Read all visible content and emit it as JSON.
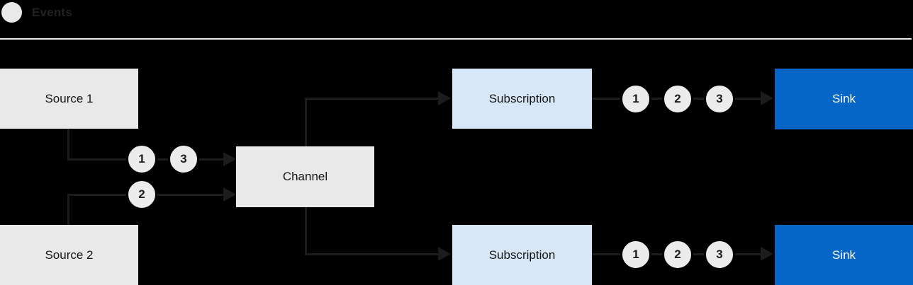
{
  "legend": {
    "label": "Events"
  },
  "nodes": {
    "source1": "Source 1",
    "source2": "Source 2",
    "channel": "Channel",
    "subscription_top": "Subscription",
    "subscription_bottom": "Subscription",
    "sink_top": "Sink",
    "sink_bottom": "Sink"
  },
  "event_circles": {
    "source1_to_channel": [
      "1",
      "3"
    ],
    "source2_to_channel": [
      "2"
    ],
    "subscription_top_to_sink": [
      "1",
      "2",
      "3"
    ],
    "subscription_bottom_to_sink": [
      "1",
      "2",
      "3"
    ]
  },
  "colors": {
    "background": "#000000",
    "node_gray": "#e9e9e9",
    "node_light_blue": "#d7e7f8",
    "node_blue": "#0666c8",
    "event_circle": "#ececec",
    "connector_line": "#1c1c1c",
    "divider": "#ebebeb",
    "text_dark": "#151515",
    "text_light": "#ffffff"
  }
}
